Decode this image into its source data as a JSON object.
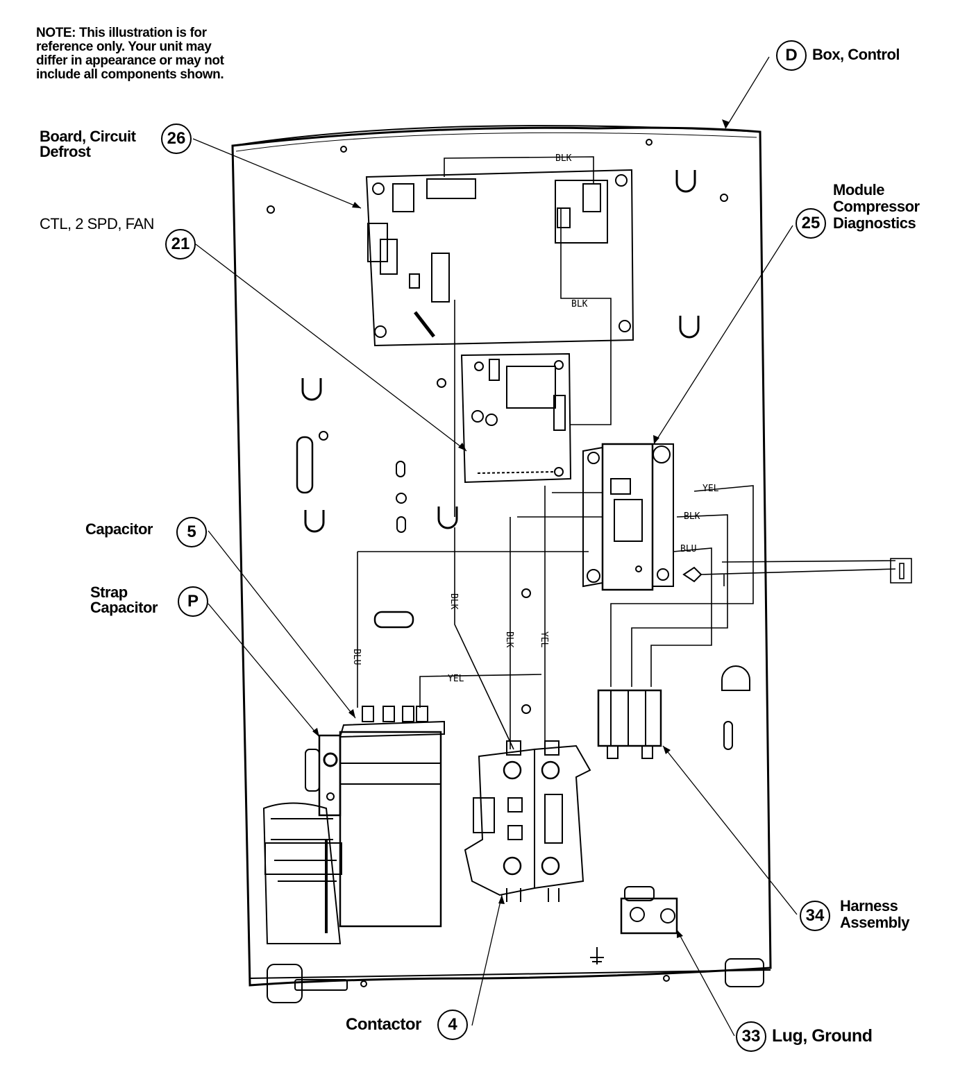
{
  "note": "NOTE: This illustration is for\nreference only. Your unit may\ndiffer in appearance or may not\ninclude all components shown.",
  "parts": [
    {
      "id": "D",
      "label": "Box, Control"
    },
    {
      "id": "26",
      "label": "Board, Circuit\nDefrost"
    },
    {
      "id": "21",
      "label": "CTL, 2 SPD, FAN"
    },
    {
      "id": "25",
      "label": "Module\nCompressor\nDiagnostics"
    },
    {
      "id": "5",
      "label": "Capacitor"
    },
    {
      "id": "P",
      "label": "Strap\nCapacitor"
    },
    {
      "id": "34",
      "label": "Harness\nAssembly"
    },
    {
      "id": "4",
      "label": "Contactor"
    },
    {
      "id": "33",
      "label": "Lug, Ground"
    }
  ],
  "wire_labels": {
    "blk_top": "BLK",
    "blk_mid": "BLK",
    "yel_right": "YEL",
    "blk_right": "BLK",
    "blu_right": "BLU",
    "blk_left": "BLK",
    "blk_center": "BLK",
    "yel_center": "YEL",
    "blu_left": "BLU",
    "yel_bottom": "YEL"
  }
}
